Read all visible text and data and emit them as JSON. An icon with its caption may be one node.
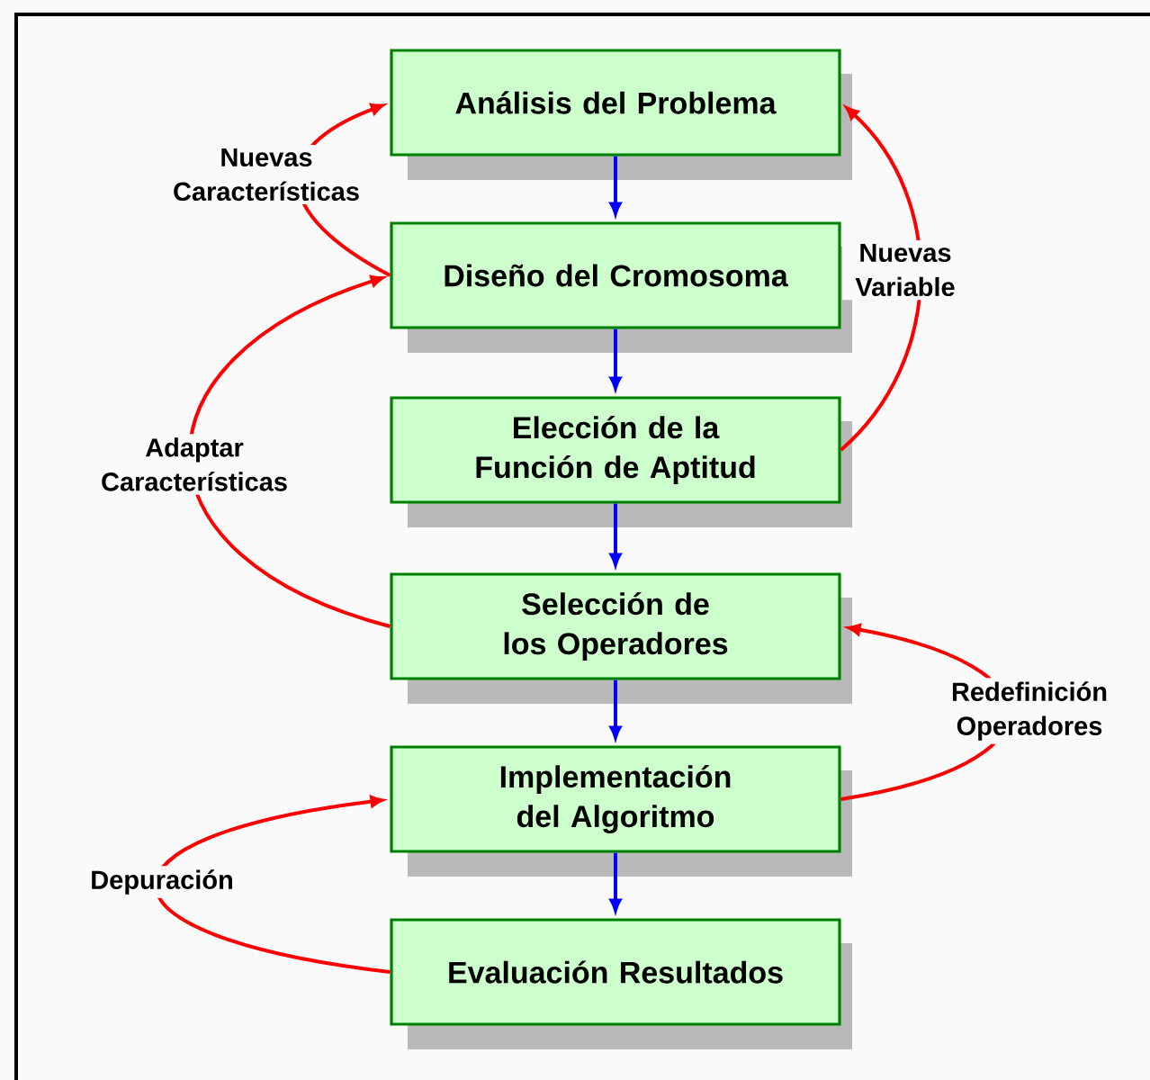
{
  "diagram": {
    "nodes": [
      {
        "text": [
          "Análisis del Problema"
        ]
      },
      {
        "text": [
          "Diseño del Cromosoma"
        ]
      },
      {
        "text": [
          "Elección de la Función de Aptitud"
        ]
      },
      {
        "text": [
          "Selección de los Operadores"
        ]
      },
      {
        "text": [
          "Implementación del Algoritmo"
        ]
      },
      {
        "text": [
          "Evaluación Resultados"
        ]
      }
    ],
    "edges": [
      {
        "from": 0,
        "to": 1,
        "arrow": "to"
      },
      {
        "from": 1,
        "to": 2,
        "arrow": "to"
      },
      {
        "from": 2,
        "to": 3,
        "arrow": "to"
      },
      {
        "from": 3,
        "to": 4,
        "arrow": "to"
      },
      {
        "from": 4,
        "to": 5,
        "arrow": "to"
      },
      {
        "from": 1,
        "to": 0,
        "arrow": "to",
        "label": "Nuevas Características",
        "color": "#ff0000"
      },
      {
        "from": 2,
        "to": 0,
        "arrow": "to",
        "label": "Nuevas Variable",
        "color": "#ff0000"
      },
      {
        "from": 3,
        "to": 1,
        "arrow": "to",
        "label": "Adaptar Características",
        "color": "#ff0000"
      },
      {
        "from": 4,
        "to": 3,
        "arrow": "to",
        "label": "Redefinición Operadores",
        "color": "#ff0000"
      },
      {
        "from": 5,
        "to": 4,
        "arrow": "to",
        "label": "Depuración",
        "color": "#ff0000"
      }
    ]
  }
}
